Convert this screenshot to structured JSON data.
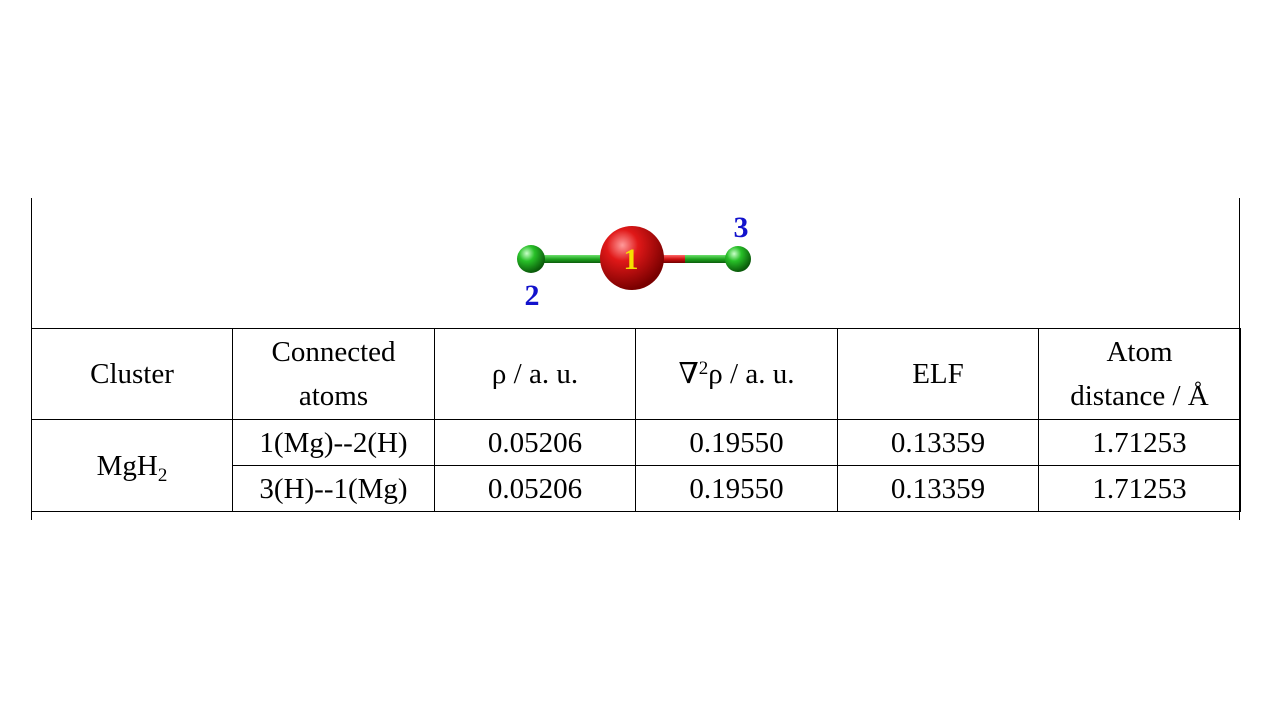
{
  "molecule": {
    "atom_labels": {
      "center": "1",
      "left": "2",
      "right": "3"
    },
    "colors": {
      "mg_atom": "#d01010",
      "h_atom": "#22b322",
      "center_label": "#f5e000",
      "index_label": "#1212cc"
    }
  },
  "table": {
    "headers": {
      "cluster": "Cluster",
      "connected_line1": "Connected",
      "connected_line2": "atoms",
      "rho": "ρ / a. u.",
      "laplacian_symbol": "∇",
      "laplacian_sup": "2",
      "laplacian_rest": "ρ / a. u.",
      "elf": "ELF",
      "distance_line1": "Atom",
      "distance_line2": "distance / Å"
    },
    "cluster": {
      "base": "MgH",
      "subscript": "2"
    },
    "rows": [
      {
        "atoms": "1(Mg)--2(H)",
        "rho": "0.05206",
        "laplacian": "0.19550",
        "elf": "0.13359",
        "distance": "1.71253"
      },
      {
        "atoms": "3(H)--1(Mg)",
        "rho": "0.05206",
        "laplacian": "0.19550",
        "elf": "0.13359",
        "distance": "1.71253"
      }
    ]
  }
}
